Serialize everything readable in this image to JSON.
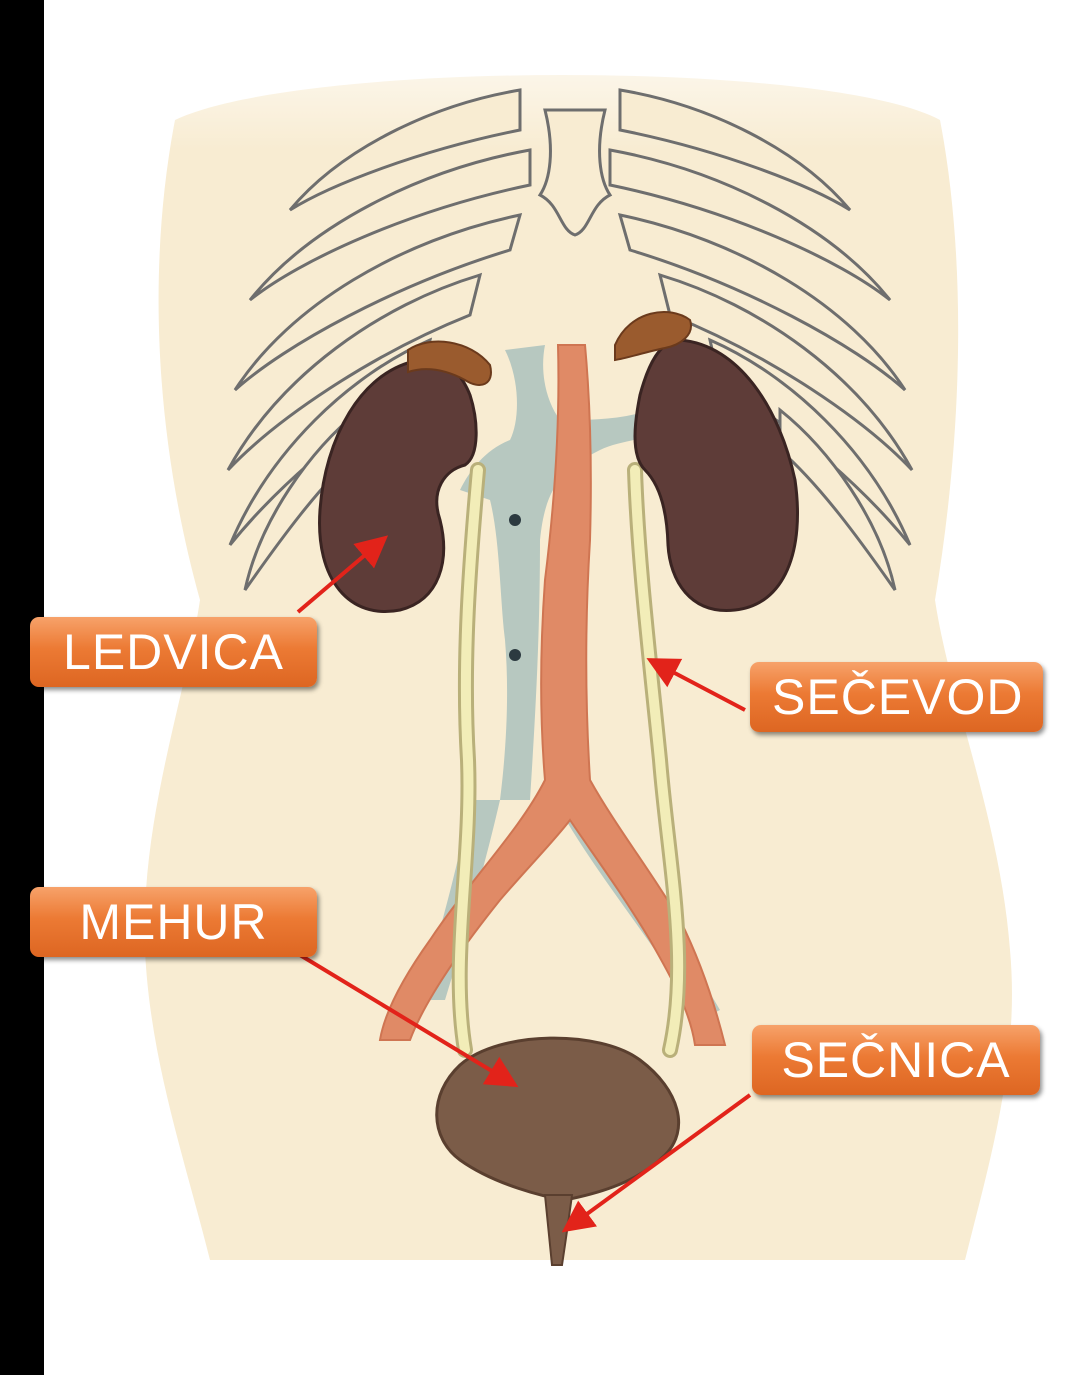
{
  "labels": {
    "kidney": "LEDVICA",
    "ureter": "SEČEVOD",
    "bladder": "MEHUR",
    "urethra": "SEČNICA"
  },
  "colors": {
    "body": "#f8ecd2",
    "bone_outline": "#6e6e6e",
    "kidney": "#5e3c38",
    "adrenal": "#9a5b2e",
    "artery": "#e08a66",
    "vein": "#b7c8c0",
    "ureter": "#f2edb8",
    "bladder": "#7b5c48",
    "arrow": "#e2231a",
    "label_bg": "#ec7a34"
  }
}
